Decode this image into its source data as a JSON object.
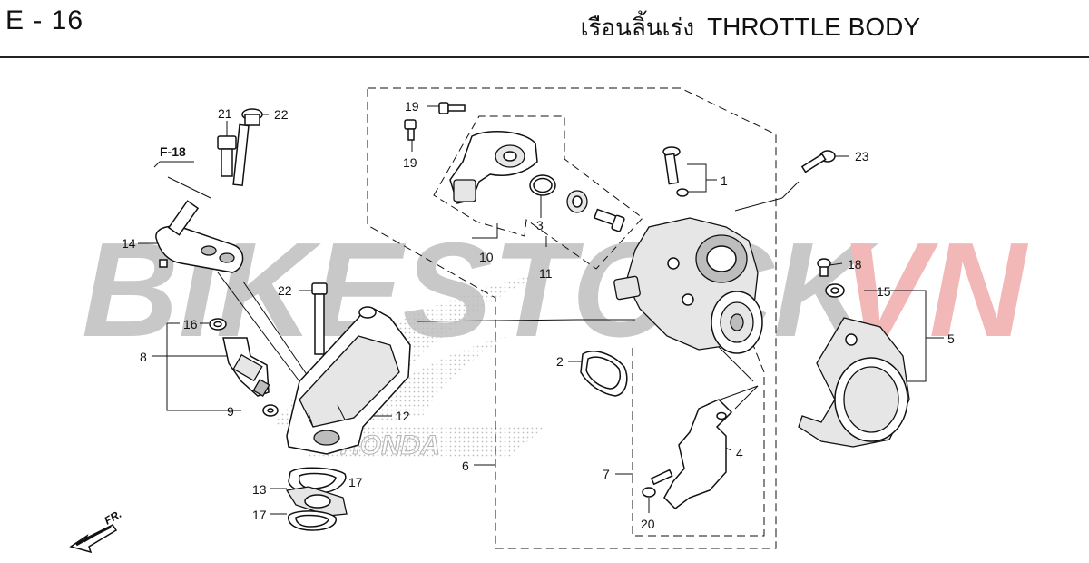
{
  "header": {
    "page_code": "E - 16",
    "title_thai": "เรือนลิ้นเร่ง",
    "title_en": "THROTTLE BODY"
  },
  "watermark": {
    "text_main": "BIKESTOCK",
    "text_accent": "VN",
    "color_main": "#c8c8c8",
    "color_accent": "#f2b8b8",
    "brand_logo_text": "HONDA"
  },
  "reference": {
    "label": "F-18"
  },
  "direction": {
    "label": "FR."
  },
  "callouts": [
    {
      "id": "c1",
      "num": "1"
    },
    {
      "id": "c2",
      "num": "2"
    },
    {
      "id": "c3",
      "num": "3"
    },
    {
      "id": "c4",
      "num": "4"
    },
    {
      "id": "c5",
      "num": "5"
    },
    {
      "id": "c6",
      "num": "6"
    },
    {
      "id": "c7",
      "num": "7"
    },
    {
      "id": "c8",
      "num": "8"
    },
    {
      "id": "c9",
      "num": "9"
    },
    {
      "id": "c10",
      "num": "10"
    },
    {
      "id": "c11",
      "num": "11"
    },
    {
      "id": "c12",
      "num": "12"
    },
    {
      "id": "c13",
      "num": "13"
    },
    {
      "id": "c14",
      "num": "14"
    },
    {
      "id": "c15",
      "num": "15"
    },
    {
      "id": "c16",
      "num": "16"
    },
    {
      "id": "c17a",
      "num": "17"
    },
    {
      "id": "c17b",
      "num": "17"
    },
    {
      "id": "c18",
      "num": "18"
    },
    {
      "id": "c19a",
      "num": "19"
    },
    {
      "id": "c19b",
      "num": "19"
    },
    {
      "id": "c20",
      "num": "20"
    },
    {
      "id": "c21",
      "num": "21"
    },
    {
      "id": "c22a",
      "num": "22"
    },
    {
      "id": "c22b",
      "num": "22"
    },
    {
      "id": "c23",
      "num": "23"
    }
  ]
}
